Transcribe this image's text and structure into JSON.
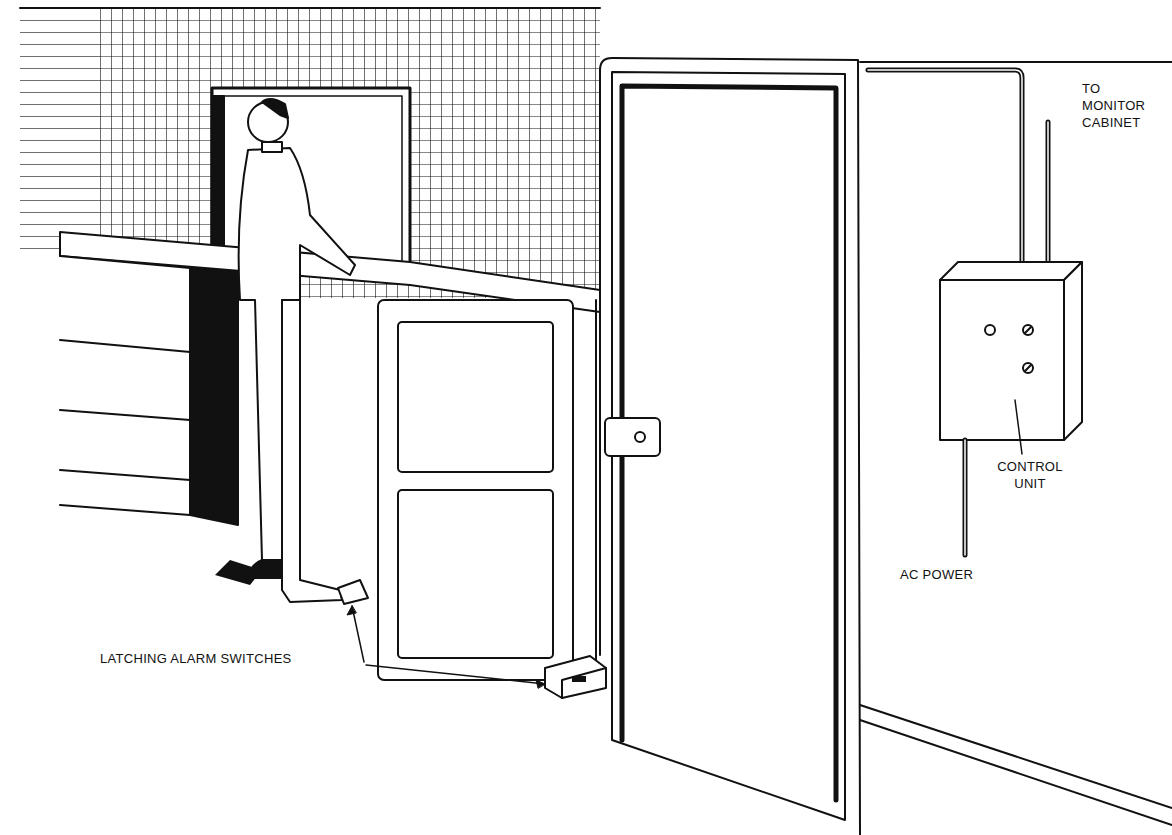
{
  "diagram": {
    "labels": [
      "TO MONITOR CABINET",
      "CONTROL UNIT",
      "AC POWER",
      "LATCHING ALARM SWITCHES"
    ]
  }
}
